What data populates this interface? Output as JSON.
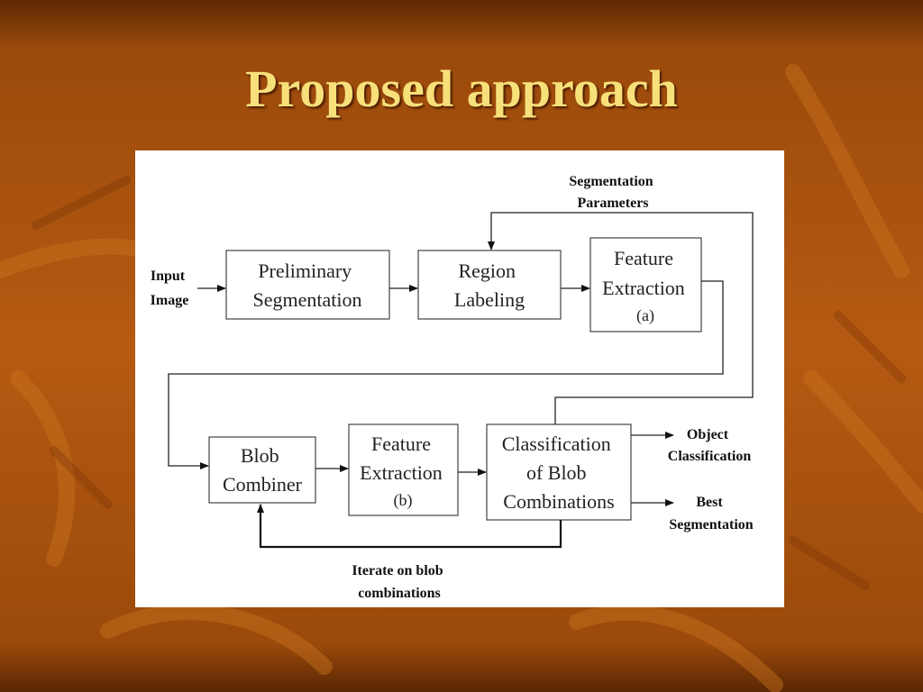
{
  "slide": {
    "title": "Proposed approach"
  },
  "diagram": {
    "input_label": [
      "Input",
      "Image"
    ],
    "segmentation_parameters_label": [
      "Segmentation",
      "Parameters"
    ],
    "boxes": {
      "preliminary_segmentation": [
        "Preliminary",
        "Segmentation"
      ],
      "region_labeling": [
        "Region",
        "Labeling"
      ],
      "feature_extraction_a": [
        "Feature",
        "Extraction",
        "(a)"
      ],
      "blob_combiner": [
        "Blob",
        "Combiner"
      ],
      "feature_extraction_b": [
        "Feature",
        "Extraction",
        "(b)"
      ],
      "classification": [
        "Classification",
        "of Blob",
        "Combinations"
      ]
    },
    "object_classification_label": [
      "Object",
      "Classification"
    ],
    "best_segmentation_label": [
      "Best",
      "Segmentation"
    ],
    "iterate_label": [
      "Iterate on blob",
      "combinations"
    ]
  },
  "colors": {
    "background": "#a94f0c",
    "title": "#f7e07a",
    "panel": "#ffffff"
  }
}
